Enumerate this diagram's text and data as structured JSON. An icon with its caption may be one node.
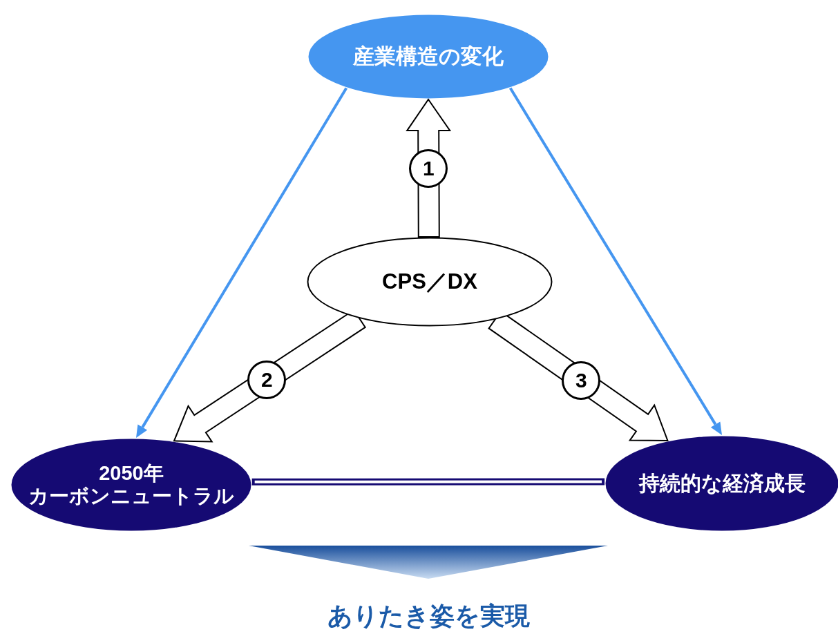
{
  "diagram": {
    "nodes": [
      {
        "text": [
          "産業構造の変化"
        ]
      },
      {
        "text": [
          "CPS／DX"
        ]
      },
      {
        "text": [
          "2050年",
          "カーボンニュートラル"
        ]
      },
      {
        "text": [
          "持続的な経済成長"
        ]
      },
      {
        "text": [],
        "shape": "chevron"
      }
    ],
    "edges": [
      {
        "from": 0,
        "to": 2,
        "arrow": "to",
        "color": "#4596f0"
      },
      {
        "from": 0,
        "to": 3,
        "arrow": "to",
        "color": "#4596f0"
      },
      {
        "from": 1,
        "to": 0,
        "arrow": "to",
        "label": "1",
        "style": "thick"
      },
      {
        "from": 1,
        "to": 2,
        "arrow": "to",
        "label": "2",
        "style": "thick"
      },
      {
        "from": 1,
        "to": 3,
        "arrow": "to",
        "label": "3",
        "style": "thick"
      },
      {
        "from": 2,
        "to": 3,
        "arrow": "none",
        "style": "thick",
        "color": "#150a73"
      }
    ],
    "labels": [
      "ありたき姿を実現"
    ]
  }
}
